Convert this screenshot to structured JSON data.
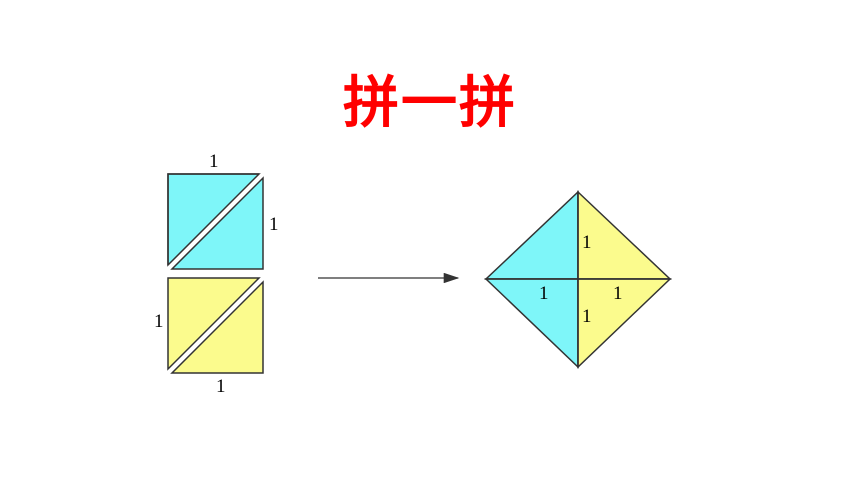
{
  "title": "拼一拼",
  "colors": {
    "cyan": "#7ef6f9",
    "yellow": "#fbfb8d",
    "title": "#ff0000",
    "stroke": "#333333"
  },
  "labels": {
    "cyan_top": "1",
    "cyan_right": "1",
    "yellow_left": "1",
    "yellow_bottom": "1",
    "diamond_upper": "1",
    "diamond_left": "1",
    "diamond_right": "1",
    "diamond_lower": "1"
  }
}
